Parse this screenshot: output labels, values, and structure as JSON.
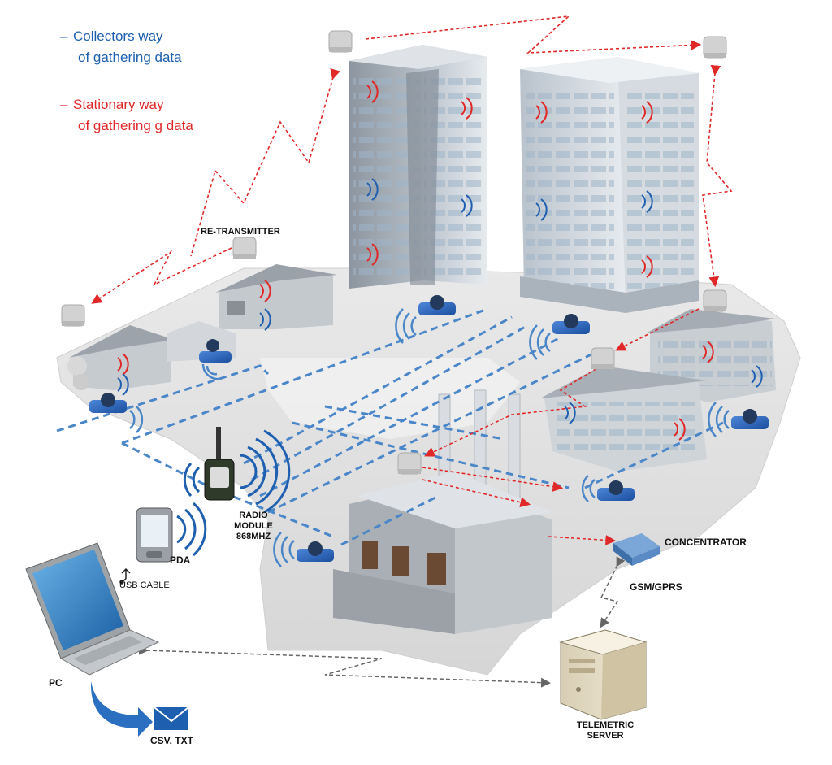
{
  "legend": {
    "collectors": {
      "line1": "Collectors way",
      "line2": "of gathering data",
      "color": "#1f5fb0"
    },
    "stationary": {
      "line1": "Stationary way",
      "line2": "of gathering g data",
      "color": "#e02828"
    }
  },
  "labels": {
    "retransmitter": "RE-TRANSMITTER",
    "radio_module": [
      "RADIO",
      "MODULE",
      "868MHZ"
    ],
    "pda": "PDA",
    "usb_cable": "USB CABLE",
    "pc": "PC",
    "csv_txt": "CSV, TXT",
    "concentrator": "CONCENTRATOR",
    "gsm_gprs": "GSM/GPRS",
    "telemetric_server": [
      "TELEMETRIC",
      "SERVER"
    ]
  },
  "colors": {
    "collectors_line": "#4a86c8",
    "stationary_line": "#e02828",
    "server_link": "#666666",
    "ground": "#e6e6e6",
    "building": "#c8cdd3"
  }
}
